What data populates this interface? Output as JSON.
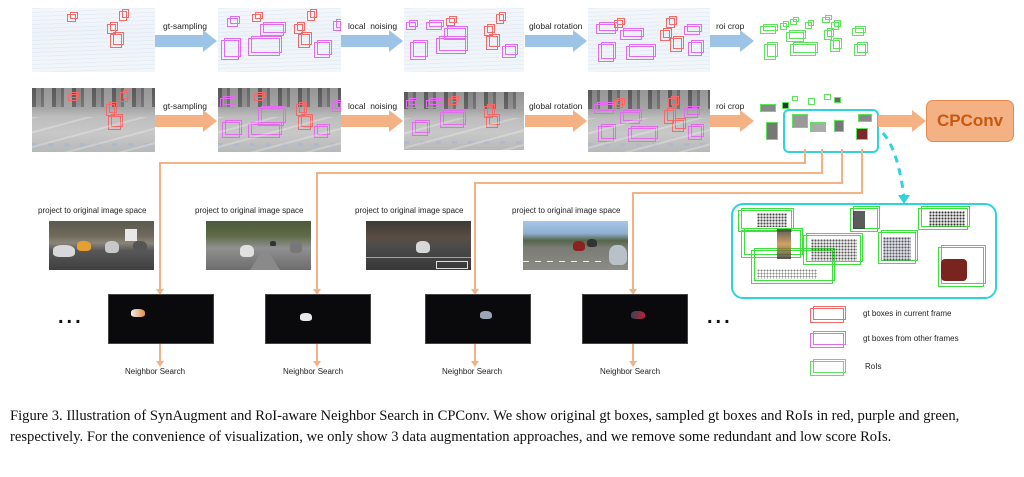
{
  "figure": {
    "row1": {
      "steps": [
        "gt-sampling",
        "local  noising",
        "global rotation",
        "roi crop"
      ],
      "panels": [
        "lidar-original",
        "lidar-gt-sampled",
        "lidar-local-noised",
        "lidar-global-rotated",
        "lidar-roi-cropped"
      ]
    },
    "row2": {
      "steps": [
        "gt-sampling",
        "local  noising",
        "global rotation",
        "roi crop"
      ],
      "panels": [
        "image-original",
        "image-gt-sampled",
        "image-local-noised",
        "image-global-rotated",
        "image-roi-cropped"
      ],
      "output_module": "CPConv"
    },
    "projection": {
      "labels": [
        "project to original image space",
        "project to original image space",
        "project to original image space",
        "project to original image space"
      ],
      "neighbor_search_labels": [
        "Neighbor Search",
        "Neighbor Search",
        "Neighbor Search",
        "Neighbor Search"
      ],
      "ellipsis": "..."
    },
    "legend": [
      {
        "label": "gt boxes in current frame",
        "color": "#f26b6b"
      },
      {
        "label": "gt boxes from other frames",
        "color": "#e36bf0"
      },
      {
        "label": "RoIs",
        "color": "#5fe35f"
      }
    ],
    "colors": {
      "row1_arrow": "#9dc3e6",
      "row2_arrow": "#f4b183",
      "roi_highlight": "#2ed3e0",
      "cpconv_fill": "#f4b183",
      "cpconv_text": "#c55a11",
      "gt_current": "#f26b6b",
      "gt_other": "#e36bf0",
      "roi": "#5fe35f"
    }
  },
  "caption": "Figure 3. Illustration of SynAugment and RoI-aware Neighbor Search in CPConv. We show original gt boxes, sampled gt boxes and RoIs in red, purple and green, respectively. For the convenience of visualization, we only show 3 data augmentation approaches, and we remove some redundant and low score RoIs."
}
